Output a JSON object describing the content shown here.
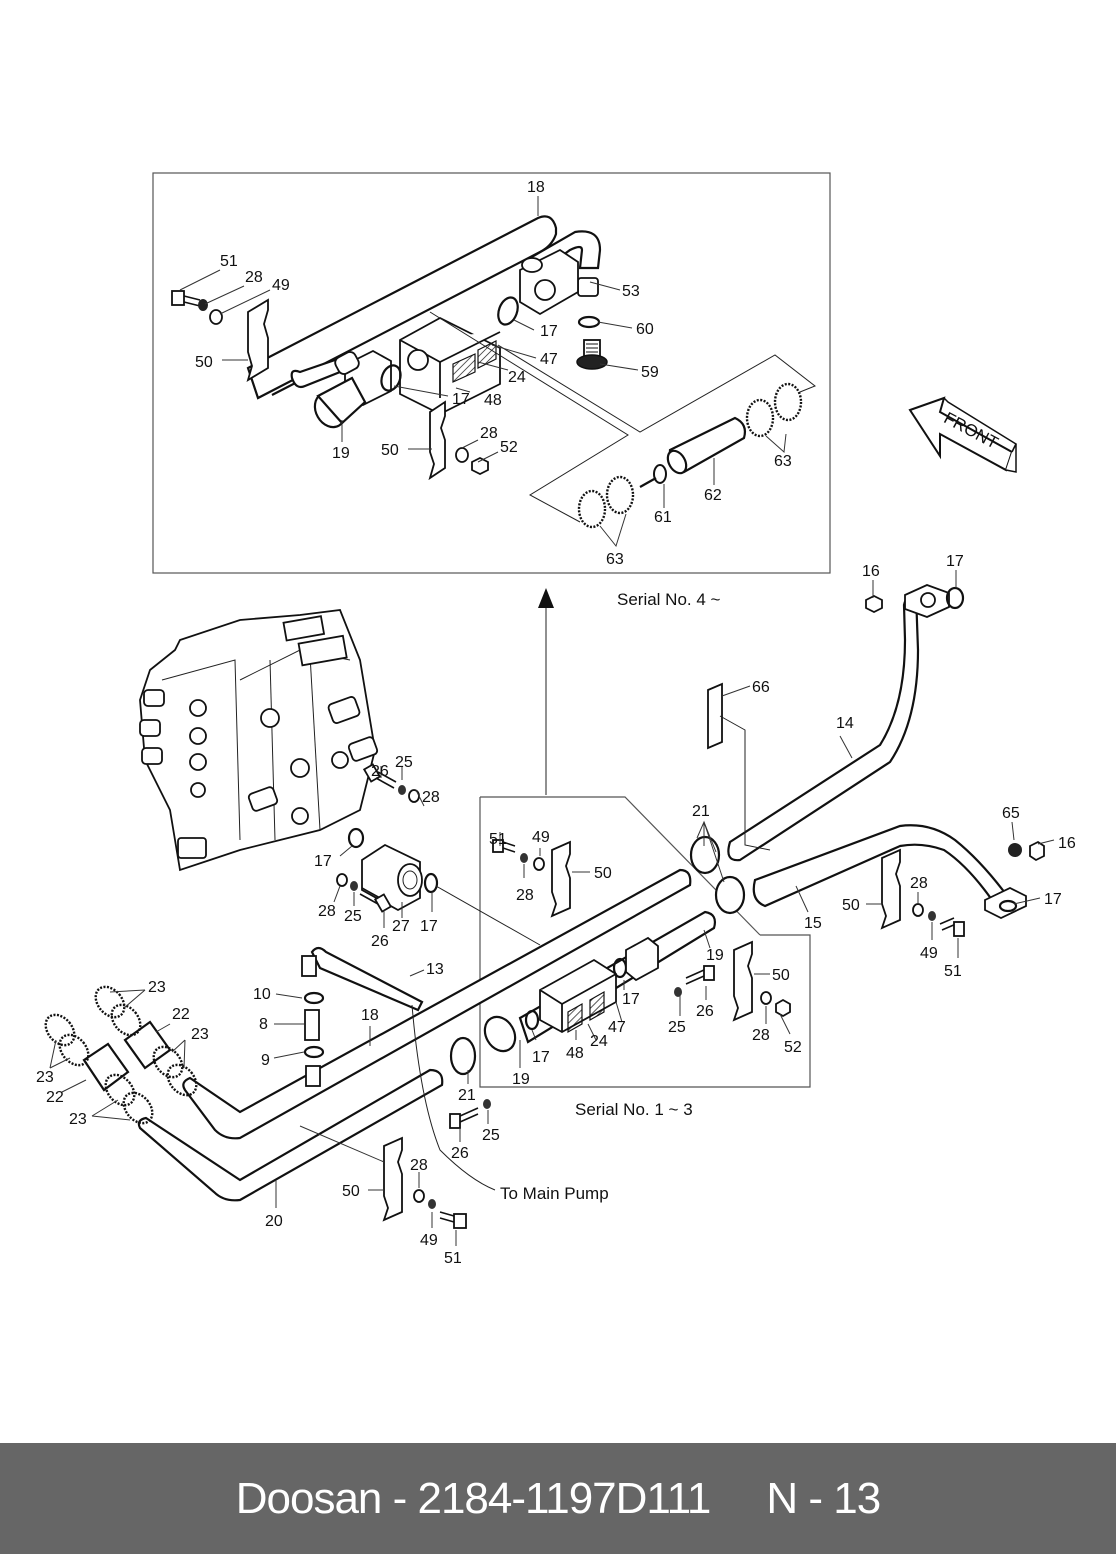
{
  "diagram": {
    "title_arrow": "FRONT",
    "captions": {
      "serial_upper": "Serial No. 4 ~",
      "serial_lower": "Serial No. 1 ~ 3",
      "to_main_pump": "To Main Pump"
    },
    "inset_labels": {
      "p18": "18",
      "p51": "51",
      "p28a": "28",
      "p49": "49",
      "p50a": "50",
      "p53": "53",
      "p17a": "17",
      "p60": "60",
      "p47": "47",
      "p24": "24",
      "p59": "59",
      "p17b": "17",
      "p48": "48",
      "p19": "19",
      "p50b": "50",
      "p28b": "28",
      "p52": "52",
      "p63a": "63",
      "p62": "62",
      "p61": "61",
      "p63b": "63"
    },
    "main_labels": {
      "p16a": "16",
      "p17a": "17",
      "p66": "66",
      "p14": "14",
      "p26a": "26",
      "p25a": "25",
      "p28a": "28",
      "p17b": "17",
      "p28b": "28",
      "p25b": "25",
      "p26b": "26",
      "p27": "27",
      "p17c": "17",
      "p51a": "51",
      "p49a": "49",
      "p28c": "28",
      "p50a": "50",
      "p21a": "21",
      "p65": "65",
      "p16b": "16",
      "p17d": "17",
      "p28d": "28",
      "p50b": "50",
      "p49b": "49",
      "p51b": "51",
      "p15": "15",
      "p19a": "19",
      "p50c": "50",
      "p13": "13",
      "p10": "10",
      "p8": "8",
      "p9": "9",
      "p18": "18",
      "p23a": "23",
      "p22a": "22",
      "p23b": "23",
      "p23c": "23",
      "p22b": "22",
      "p23d": "23",
      "p17e": "17",
      "p26c": "26",
      "p25c": "25",
      "p47": "47",
      "p48": "48",
      "p24": "24",
      "p17f": "17",
      "p19b": "19",
      "p21b": "21",
      "p28e": "28",
      "p52": "52",
      "p25d": "25",
      "p26d": "26",
      "p20": "20",
      "p28f": "28",
      "p50d": "50",
      "p49c": "49",
      "p51c": "51"
    }
  },
  "footer": {
    "brand": "Doosan",
    "separator": " - ",
    "part_number": "2184-1197D111",
    "page": "N - 13",
    "text": "Doosan - 2184-1197D111     N - 13"
  },
  "colors": {
    "footer_bg": "#666666",
    "footer_text": "#ffffff",
    "line": "#111111"
  }
}
